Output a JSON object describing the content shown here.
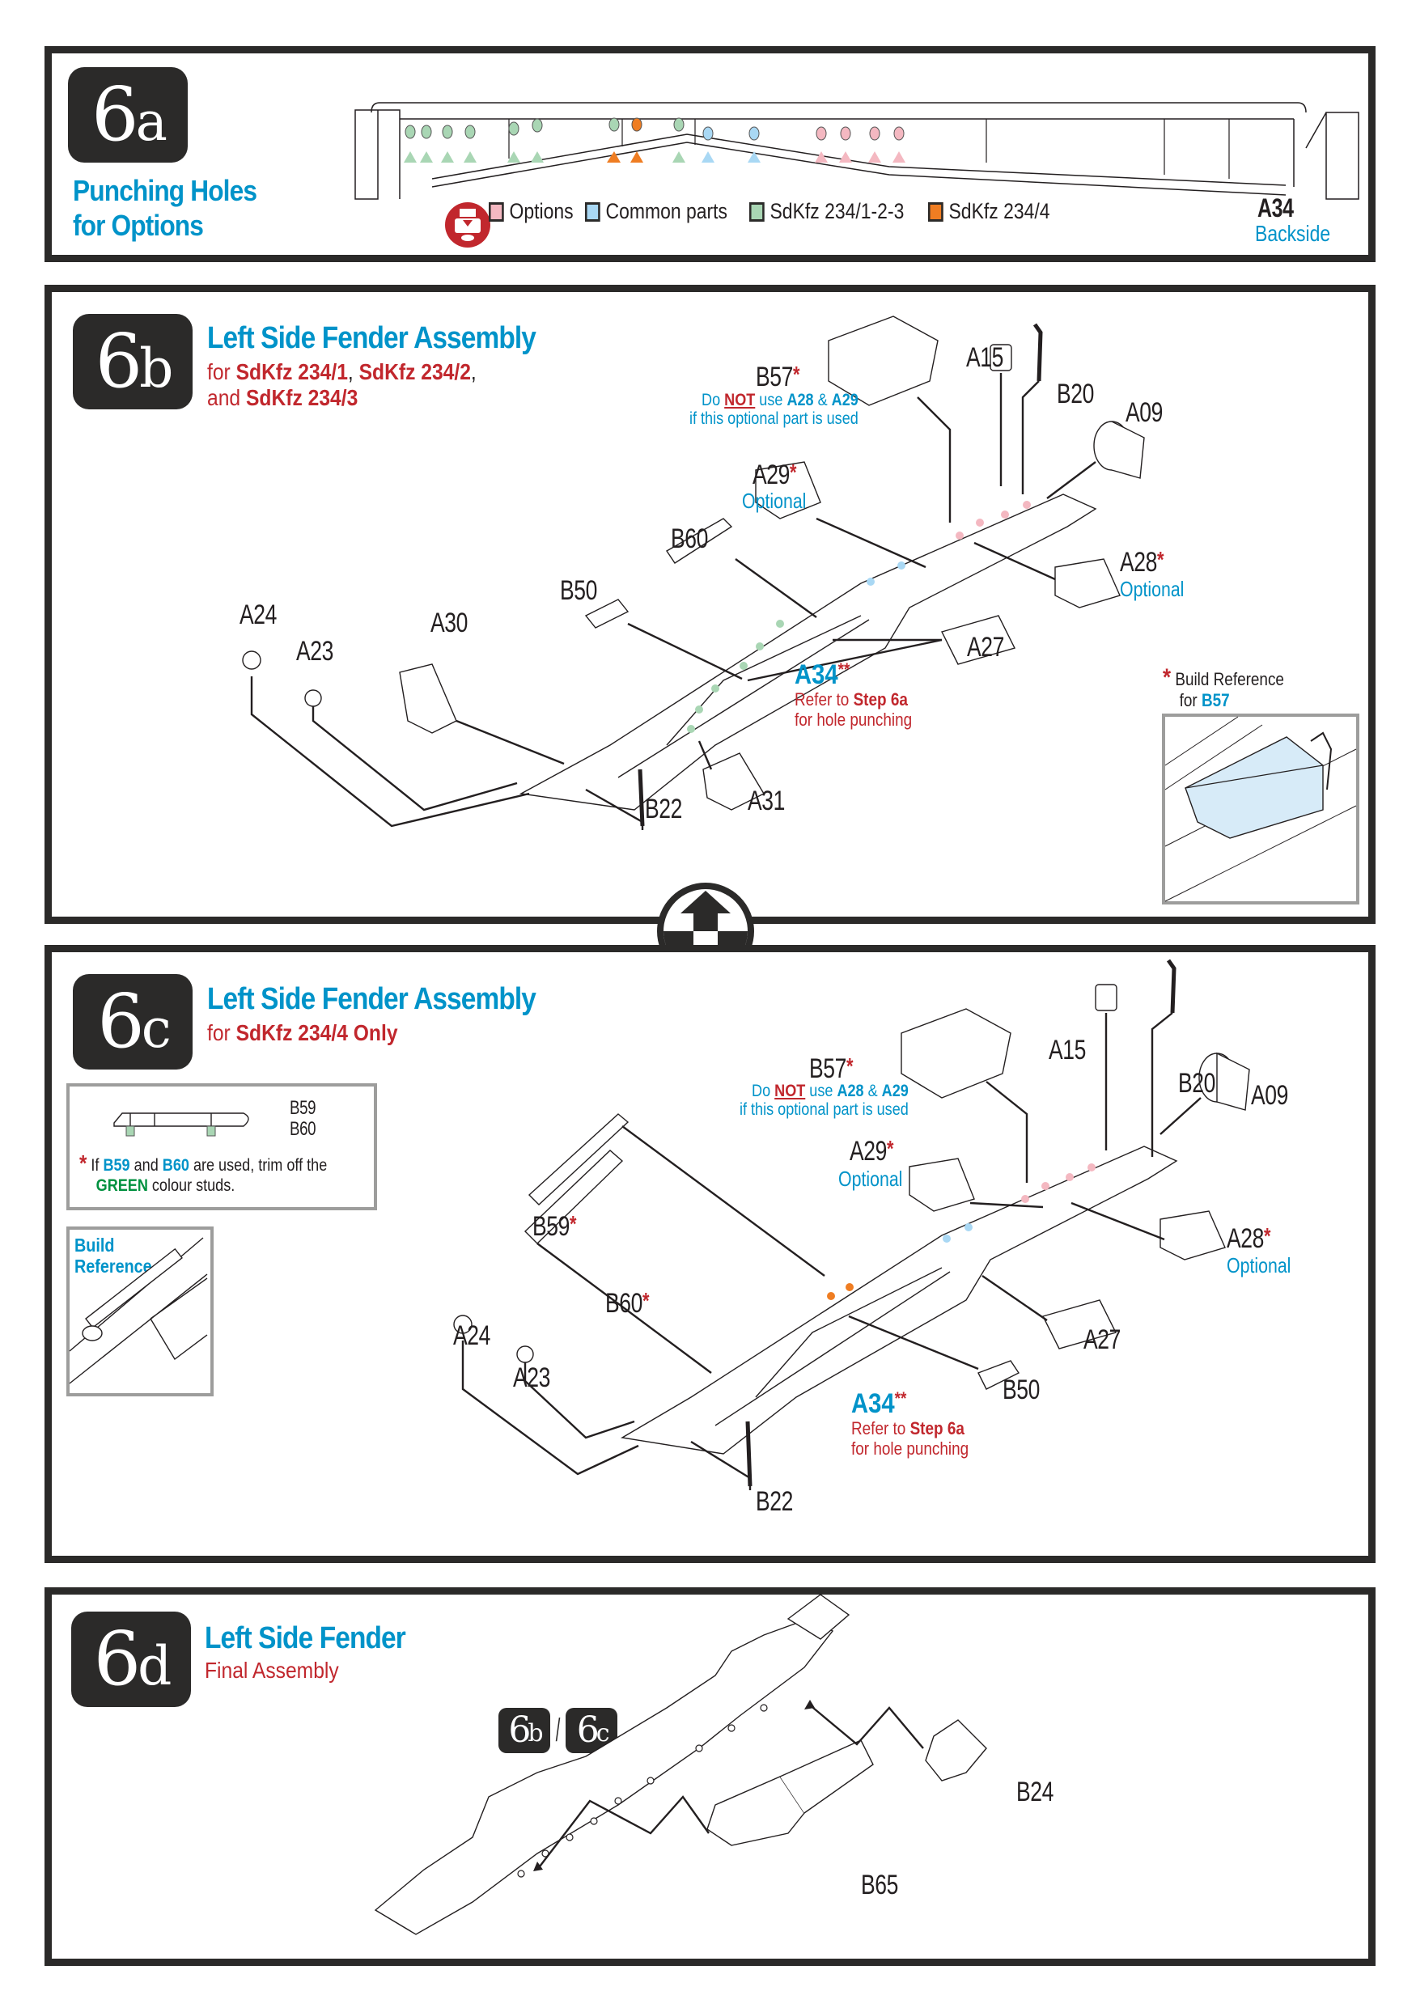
{
  "page": {
    "background": "#ffffff",
    "frame_color": "#2b2a29"
  },
  "colors": {
    "title_blue": "#0093c9",
    "accent_red": "#c1272d",
    "options_pink": "#f4b8c1",
    "common_blue": "#a9d8f4",
    "sdkfz123_green": "#a9d6b4",
    "sdkfz4_orange": "#ef7d22",
    "reference_highlight": "#d7ebf8"
  },
  "step6a": {
    "badge_num": "6",
    "badge_letter": "a",
    "title_line1": "Punching Holes",
    "title_line2": "for Options",
    "part_label": "A34",
    "part_sublabel": "Backside",
    "punch_icon": "hole-punch-icon",
    "legend": [
      {
        "label": "Options",
        "color": "#f4b8c1"
      },
      {
        "label": "Common parts",
        "color": "#a9d8f4"
      },
      {
        "label": "SdKfz 234/1-2-3",
        "color": "#a9d6b4"
      },
      {
        "label": "SdKfz 234/4",
        "color": "#ef7d22"
      }
    ],
    "holes": [
      "green",
      "green",
      "green",
      "green",
      "green",
      "green",
      "green/orange",
      "orange",
      "green",
      "blue",
      "blue",
      "pink",
      "pink",
      "pink",
      "pink"
    ]
  },
  "step6b": {
    "badge_num": "6",
    "badge_letter": "b",
    "title": "Left Side Fender Assembly",
    "sub_for": "for ",
    "sub_v1": "SdKfz 234/1",
    "sub_comma1": ", ",
    "sub_v2": "SdKfz 234/2",
    "sub_comma2": ",",
    "sub_and": "and ",
    "sub_v3": "SdKfz 234/3",
    "parts": {
      "B57": "B57",
      "A15": "A15",
      "B20": "B20",
      "A09": "A09",
      "A29": "A29",
      "A28": "A28",
      "B60": "B60",
      "B50": "B50",
      "A24": "A24",
      "A23": "A23",
      "A30": "A30",
      "A27": "A27",
      "B22": "B22",
      "A31": "A31"
    },
    "asterisk": "*",
    "optional": "Optional",
    "b57_note": {
      "do": "Do ",
      "not": "NOT",
      "use": " use ",
      "a28": "A28",
      "amp": " & ",
      "a29": "A29",
      "line2": "if this optional part is used"
    },
    "a34_note": {
      "part": "A34",
      "stars": "**",
      "refer": "Refer to ",
      "step": "Step 6a",
      "line2": "for hole punching"
    },
    "build_ref": {
      "star": "*",
      "line1": "Build Reference",
      "for": "for ",
      "part": "B57"
    }
  },
  "connector_icon": "flip-assembly-icon",
  "step6c": {
    "badge_num": "6",
    "badge_letter": "c",
    "title": "Left Side Fender Assembly",
    "sub_for": "for ",
    "sub_variant": "SdKfz 234/4 Only",
    "trim_box": {
      "part1": "B59",
      "part2": "B60",
      "star": "*",
      "text_if": "If ",
      "text_and": " and ",
      "text_used": " are used, trim off the",
      "green": "GREEN",
      "text_studs": " colour studs."
    },
    "build_ref": {
      "line1": "Build",
      "line2": "Reference"
    },
    "parts": {
      "B57": "B57",
      "A15": "A15",
      "B20": "B20",
      "A09": "A09",
      "A29": "A29",
      "A28": "A28",
      "B59": "B59",
      "B60": "B60",
      "A24": "A24",
      "A23": "A23",
      "A27": "A27",
      "B50": "B50",
      "B22": "B22"
    },
    "asterisk": "*",
    "optional": "Optional",
    "b57_note": {
      "do": "Do ",
      "not": "NOT",
      "use": " use ",
      "a28": "A28",
      "amp": " & ",
      "a29": "A29",
      "line2": "if this optional part is used"
    },
    "a34_note": {
      "part": "A34",
      "stars": "**",
      "refer": "Refer to ",
      "step": "Step 6a",
      "line2": "for hole punching"
    }
  },
  "step6d": {
    "badge_num": "6",
    "badge_letter": "d",
    "title": "Left Side Fender",
    "subtitle": "Final Assembly",
    "ref_badge1_num": "6",
    "ref_badge1_let": "b",
    "ref_sep": "/",
    "ref_badge2_num": "6",
    "ref_badge2_let": "c",
    "parts": {
      "B24": "B24",
      "B65": "B65"
    }
  }
}
